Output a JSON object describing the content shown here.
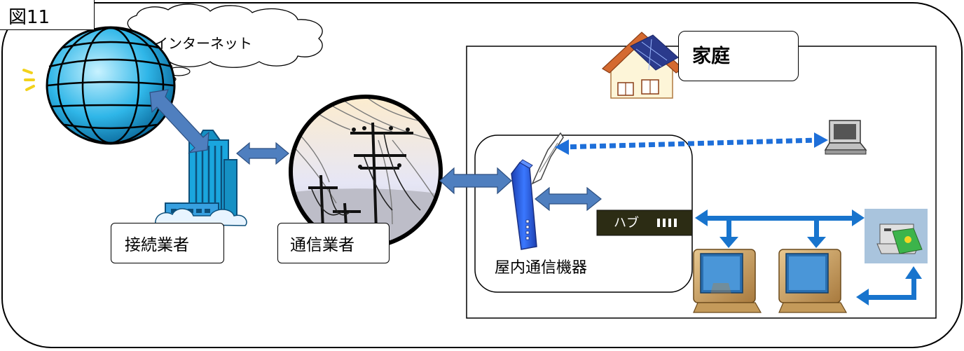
{
  "figure_label": "図11",
  "cloud_label": "インターネット",
  "house_label": "家庭",
  "provider_label": "接続業者",
  "carrier_label": "通信業者",
  "hub_label": "ハブ",
  "indoor_device_label": "屋内通信機器",
  "colors": {
    "arrow_dark": "#4f7fbf",
    "arrow_bright": "#1874cd",
    "dotted": "#1e6fd9",
    "hub_bg": "#2c2c14",
    "globe": "#2fb6e8",
    "building": "#1aa6de",
    "router": "#2b5fe0"
  },
  "icons": [
    "globe-icon",
    "building-icon",
    "power-pole-icon",
    "house-icon",
    "router-icon",
    "antenna-icon",
    "laptop-icon",
    "desktop-pc-icon",
    "printer-icon"
  ]
}
